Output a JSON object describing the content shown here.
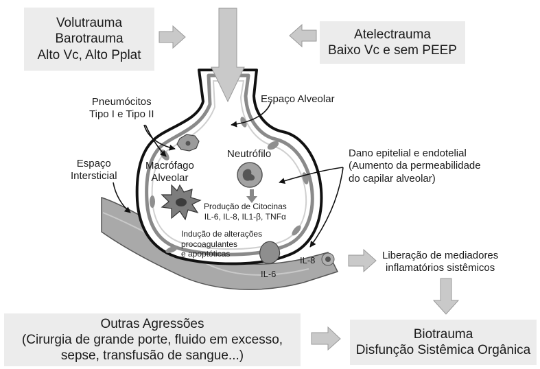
{
  "boxes": {
    "volutrauma": [
      "Volutrauma",
      "Barotrauma",
      "Alto Vc, Alto Pplat"
    ],
    "atelectrauma": [
      "Atelectrauma",
      "Baixo Vc e sem PEEP"
    ],
    "outras": [
      "Outras Agressões",
      "(Cirurgia de grande porte, fluido em excesso,",
      "sepse, transfusão de sangue...)"
    ],
    "biotrauma": [
      "Biotrauma",
      "Disfunção Sistêmica Orgânica"
    ]
  },
  "labels": {
    "pneumocitos": [
      "Pneumócitos",
      "Tipo I e Tipo II"
    ],
    "espaco_alveolar": "Espaço Alveolar",
    "espaco_intersticial": [
      "Espaço",
      "Intersticial"
    ],
    "macrofago": [
      "Macrófago",
      "Alveolar"
    ],
    "neutrofilo": "Neutrófilo",
    "dano": [
      "Dano epitelial e endotelial",
      "(Aumento da permeabilidade",
      "do capilar alveolar)"
    ],
    "citocinas": [
      "Produção de Citocinas",
      "IL-6, IL-8, IL1-β, TNFα"
    ],
    "inducao": [
      "Indução de alterações",
      "procoagulantes",
      "e apoptóticas"
    ],
    "il6": "IL-6",
    "il8": "IL-8",
    "liberacao": [
      "Liberação de mediadores",
      "inflamatórios sistêmicos"
    ]
  }
}
